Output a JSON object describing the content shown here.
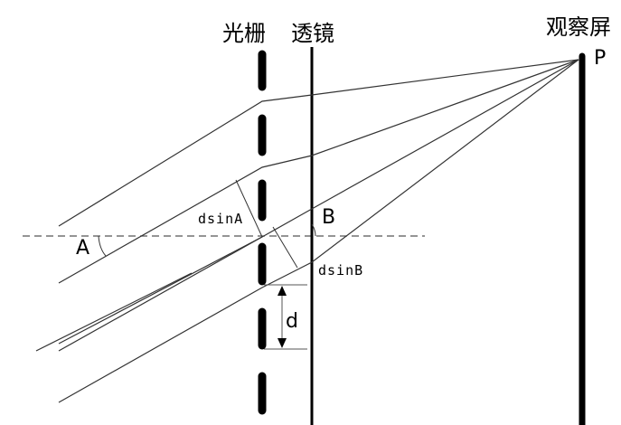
{
  "labels": {
    "grating": "光栅",
    "lens": "透镜",
    "screen": "观察屏",
    "point_p": "P",
    "angle_a": "A",
    "angle_b": "B",
    "path_a": "dsinA",
    "path_b": "dsinB",
    "spacing": "d"
  },
  "colors": {
    "stroke": "#000000",
    "ray": "#333333",
    "dashed": "#555555",
    "background": "#ffffff"
  }
}
